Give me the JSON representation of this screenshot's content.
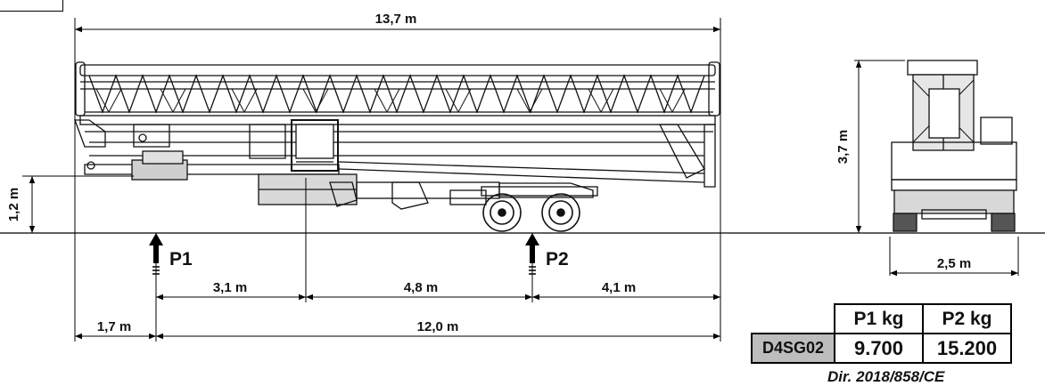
{
  "dimensions": {
    "overall_length": "13,7 m",
    "height_side": "1,2 m",
    "height_front": "3,7 m",
    "width_front": "2,5 m",
    "seg_3_1": "3,1 m",
    "seg_4_8": "4,8 m",
    "seg_4_1": "4,1 m",
    "seg_1_7": "1,7 m",
    "seg_12_0": "12,0 m"
  },
  "loads": {
    "p1_label": "P1",
    "p2_label": "P2"
  },
  "table": {
    "header_p1": "P1 kg",
    "header_p2": "P2 kg",
    "model": "D4SG02",
    "value_p1": "9.700",
    "value_p2": "15.200"
  },
  "directive": "Dir. 2018/858/CE"
}
